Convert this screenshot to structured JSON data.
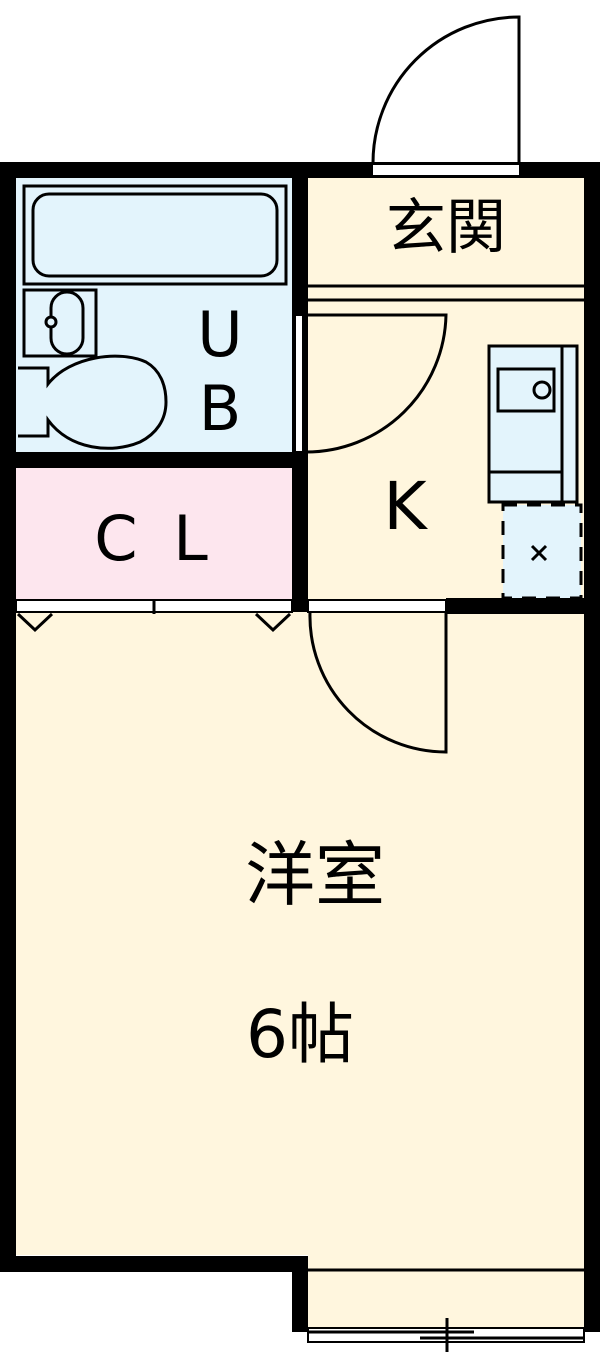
{
  "floorplan": {
    "rooms": {
      "genkan": {
        "label": "玄関",
        "color": "#fff6de"
      },
      "unit_bath": {
        "label_line1": "U",
        "label_line2": "B",
        "color": "#e3f4fc"
      },
      "kitchen": {
        "label": "K",
        "color": "#fff6de"
      },
      "closet": {
        "label": "C L",
        "color": "#fde6ee"
      },
      "western_room": {
        "label": "洋室",
        "size": "6帖",
        "color": "#fff6de"
      }
    },
    "colors": {
      "wall": "#000000",
      "fixture": "#e3f4fc",
      "opening": "#ffffff"
    }
  }
}
